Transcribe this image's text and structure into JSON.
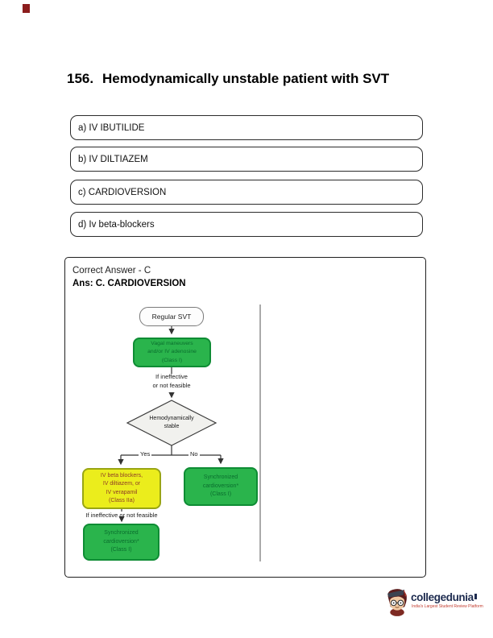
{
  "page": {
    "corner_mark_color": "#8c1d1d"
  },
  "question": {
    "number": "156.",
    "title": "Hemodynamically unstable patient with SVT",
    "options": [
      {
        "label": "a) IV IBUTILIDE"
      },
      {
        "label": "b) IV DILTIAZEM"
      },
      {
        "label": "c) CARDIOVERSION"
      },
      {
        "label": "d) Iv beta-blockers"
      }
    ]
  },
  "answer": {
    "correct_line": "Correct Answer - C",
    "ans_line": "Ans: C. CARDIOVERSION"
  },
  "flowchart": {
    "nodes": {
      "start": {
        "text": "Regular SVT"
      },
      "vagal": {
        "lines": [
          "Vagal maneuvers",
          "and/or IV adenosine",
          "(Class I)"
        ]
      },
      "ineffective1": {
        "lines": [
          "If ineffective",
          "or not feasible"
        ]
      },
      "decision": {
        "lines": [
          "Hemodynamically",
          "stable"
        ]
      },
      "yes_label": "Yes",
      "no_label": "No",
      "yes_box": {
        "lines": [
          "IV beta blockers,",
          "IV diltiazem, or",
          "IV verapamil",
          "(Class IIa)"
        ]
      },
      "ineffective2": "If ineffective or not feasible",
      "sync_left": {
        "lines": [
          "Synchronized",
          "cardioversion*",
          "(Class I)"
        ]
      },
      "sync_right": {
        "lines": [
          "Synchronized",
          "cardioversion*",
          "(Class I)"
        ]
      }
    },
    "colors": {
      "green_fill": "#2ab44c",
      "green_border": "#0e8c34",
      "green_text": "#0a6e2e",
      "yellow_fill": "#ebed1c",
      "yellow_border": "#99a513",
      "yellow_text": "#8f3c26",
      "diamond_fill": "#f1f1ee",
      "connector": "#333333"
    }
  },
  "logo": {
    "brand": "collegedunia",
    "tagline": "India's Largest Student Review Platform",
    "brand_color": "#1d2b4f",
    "tagline_color": "#c23b2e"
  }
}
